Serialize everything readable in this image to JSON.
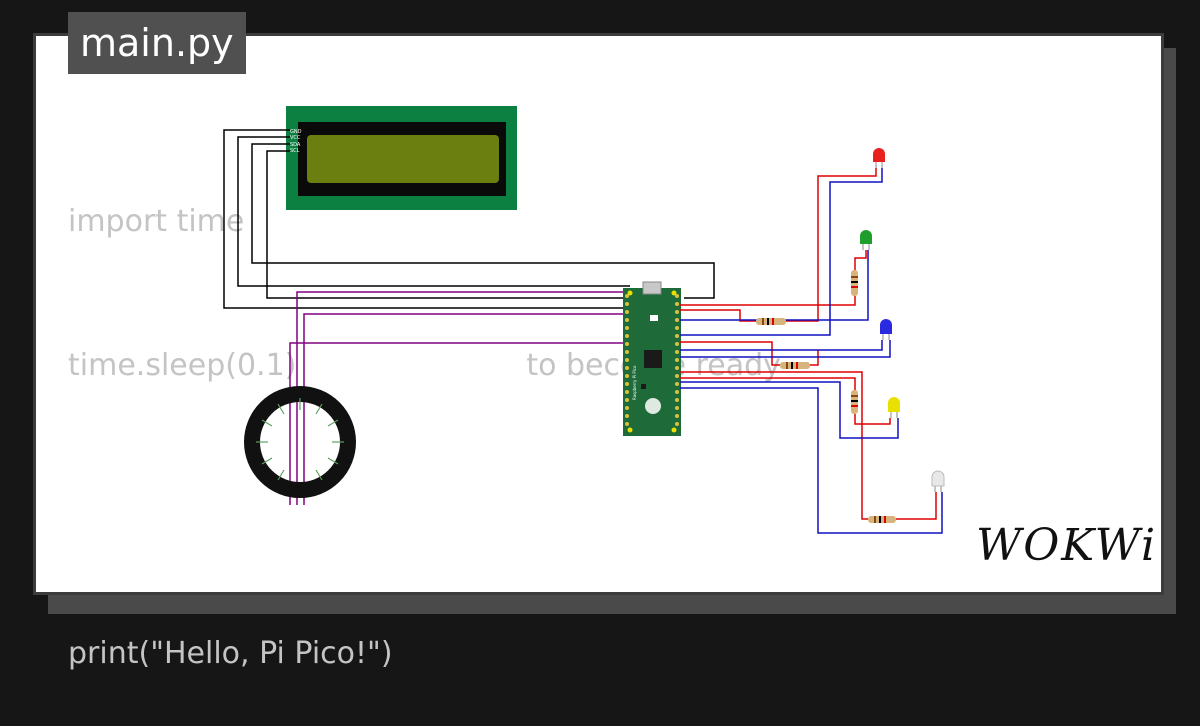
{
  "file_tab": {
    "label": "main.py"
  },
  "code_lines": [
    "import time",
    "time.sleep(0.1)",
    "",
    "print(\"Hello, Pi Pico!\")"
  ],
  "code_overlay_fragment": "to become ready",
  "lcd": {
    "pin_labels": [
      "",
      "GND",
      "VCC",
      "SDA",
      "SCL"
    ]
  },
  "board": {
    "name": "Raspberry Pi Pico"
  },
  "leds": [
    {
      "name": "red-led",
      "color": "#e82020"
    },
    {
      "name": "green-led",
      "color": "#1e9e2a"
    },
    {
      "name": "blue-led",
      "color": "#2a2ae0"
    },
    {
      "name": "yellow-led",
      "color": "#e8e000"
    },
    {
      "name": "white-led",
      "color": "#e8e8e8"
    }
  ],
  "wire_colors": {
    "red": "#e00000",
    "blue": "#1010c0",
    "black": "#000000",
    "purple": "#800080"
  },
  "branding": {
    "logo": "WOKWi"
  }
}
